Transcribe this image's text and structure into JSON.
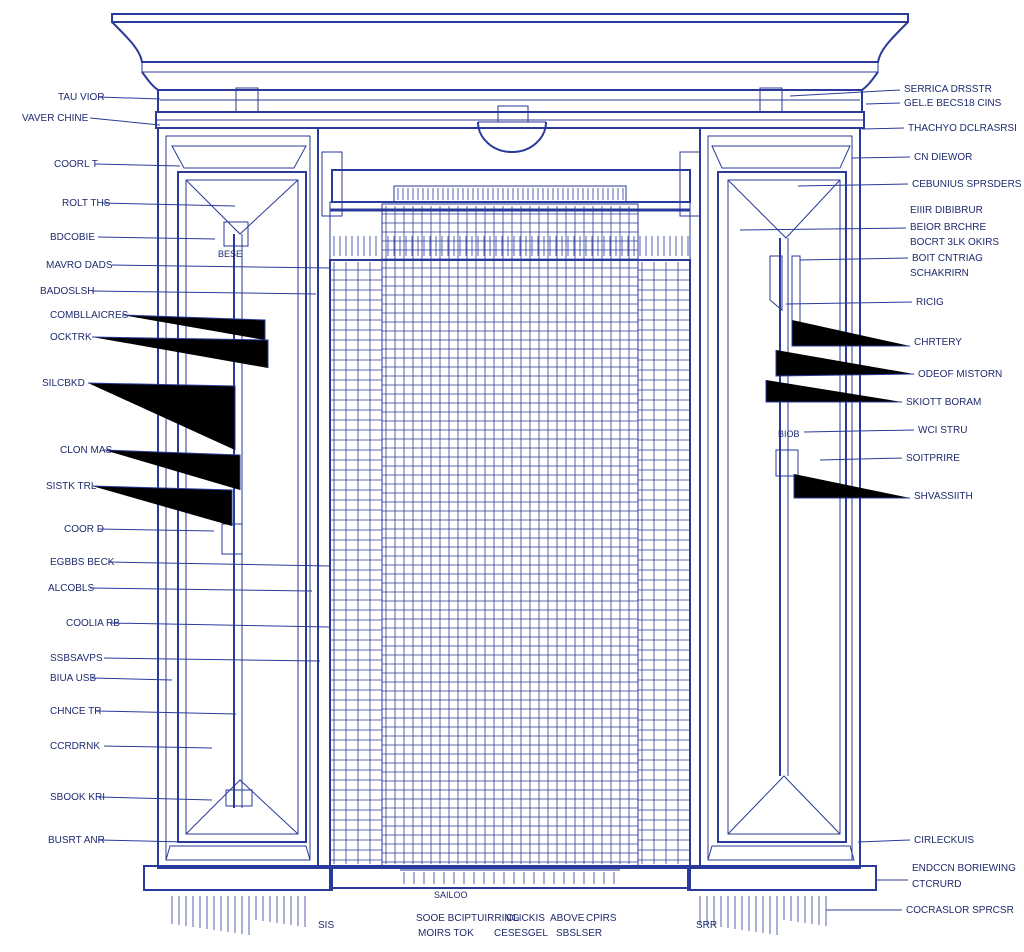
{
  "diagram": {
    "left_labels": [
      {
        "text": "TAU VIOR"
      },
      {
        "text": "VAVER CHINE"
      },
      {
        "text": "COORL T"
      },
      {
        "text": "ROLT THS"
      },
      {
        "text": "BDCOBIE"
      },
      {
        "text": "MAVRO DADS"
      },
      {
        "text": "BADOSLSH"
      },
      {
        "text": "COMBLLAICRES"
      },
      {
        "text": "OCKTRK"
      },
      {
        "text": "SILCBKD"
      },
      {
        "text": "CLON MAS"
      },
      {
        "text": "SISTK TRL"
      },
      {
        "text": "COOR D"
      },
      {
        "text": "EGBBS BECK"
      },
      {
        "text": "ALCOBLS"
      },
      {
        "text": "COOLIA RB"
      },
      {
        "text": "SSBSAVPS"
      },
      {
        "text": "BIUA USB"
      },
      {
        "text": "CHNCE TR"
      },
      {
        "text": "CCRDRNK"
      },
      {
        "text": "SBOOK KRI"
      },
      {
        "text": "BUSRT ANR"
      }
    ],
    "right_labels": [
      {
        "text": "SERRICA DRSSTR"
      },
      {
        "text": "GEL.E BECS18 CINS"
      },
      {
        "text": "THACHYO DCLRASRSI"
      },
      {
        "text": "CN DIEWOR"
      },
      {
        "text": "CEBUNIUS SPRSDERS"
      },
      {
        "text": "EIIIR DIBIBRUR"
      },
      {
        "text": "BEIOR BRCHRE"
      },
      {
        "text": "BOCRT 3LK OKIRS"
      },
      {
        "text": "BOIT CNTRIAG"
      },
      {
        "text": "SCHAKRIRN"
      },
      {
        "text": "RICIG"
      },
      {
        "text": "CHRTERY"
      },
      {
        "text": "ODEOF MISTORN"
      },
      {
        "text": "SKIOTT BORAM"
      },
      {
        "text": "WCI STRU"
      },
      {
        "text": "SOITPRIRE"
      },
      {
        "text": "SHVASSIITH"
      },
      {
        "text": "CIRLECKUIS"
      },
      {
        "text": "ENDCCN BORIEWING"
      },
      {
        "text": "CTCRURD"
      },
      {
        "text": "COCRASLOR SPRCSR"
      }
    ],
    "inner_labels": [
      {
        "text": "BESE"
      },
      {
        "text": "BIOB"
      }
    ],
    "bottom_labels": [
      {
        "text": "SAILOO"
      },
      {
        "text": "SOOE BCIPTUIRRING"
      },
      {
        "text": "CLICKIS"
      },
      {
        "text": "ABOVE"
      },
      {
        "text": "CPIRS"
      },
      {
        "text": "MOIRS TOK"
      },
      {
        "text": "CESESGEL"
      },
      {
        "text": "SBSLSER"
      },
      {
        "text": "SIS"
      },
      {
        "text": "SRR"
      }
    ]
  }
}
